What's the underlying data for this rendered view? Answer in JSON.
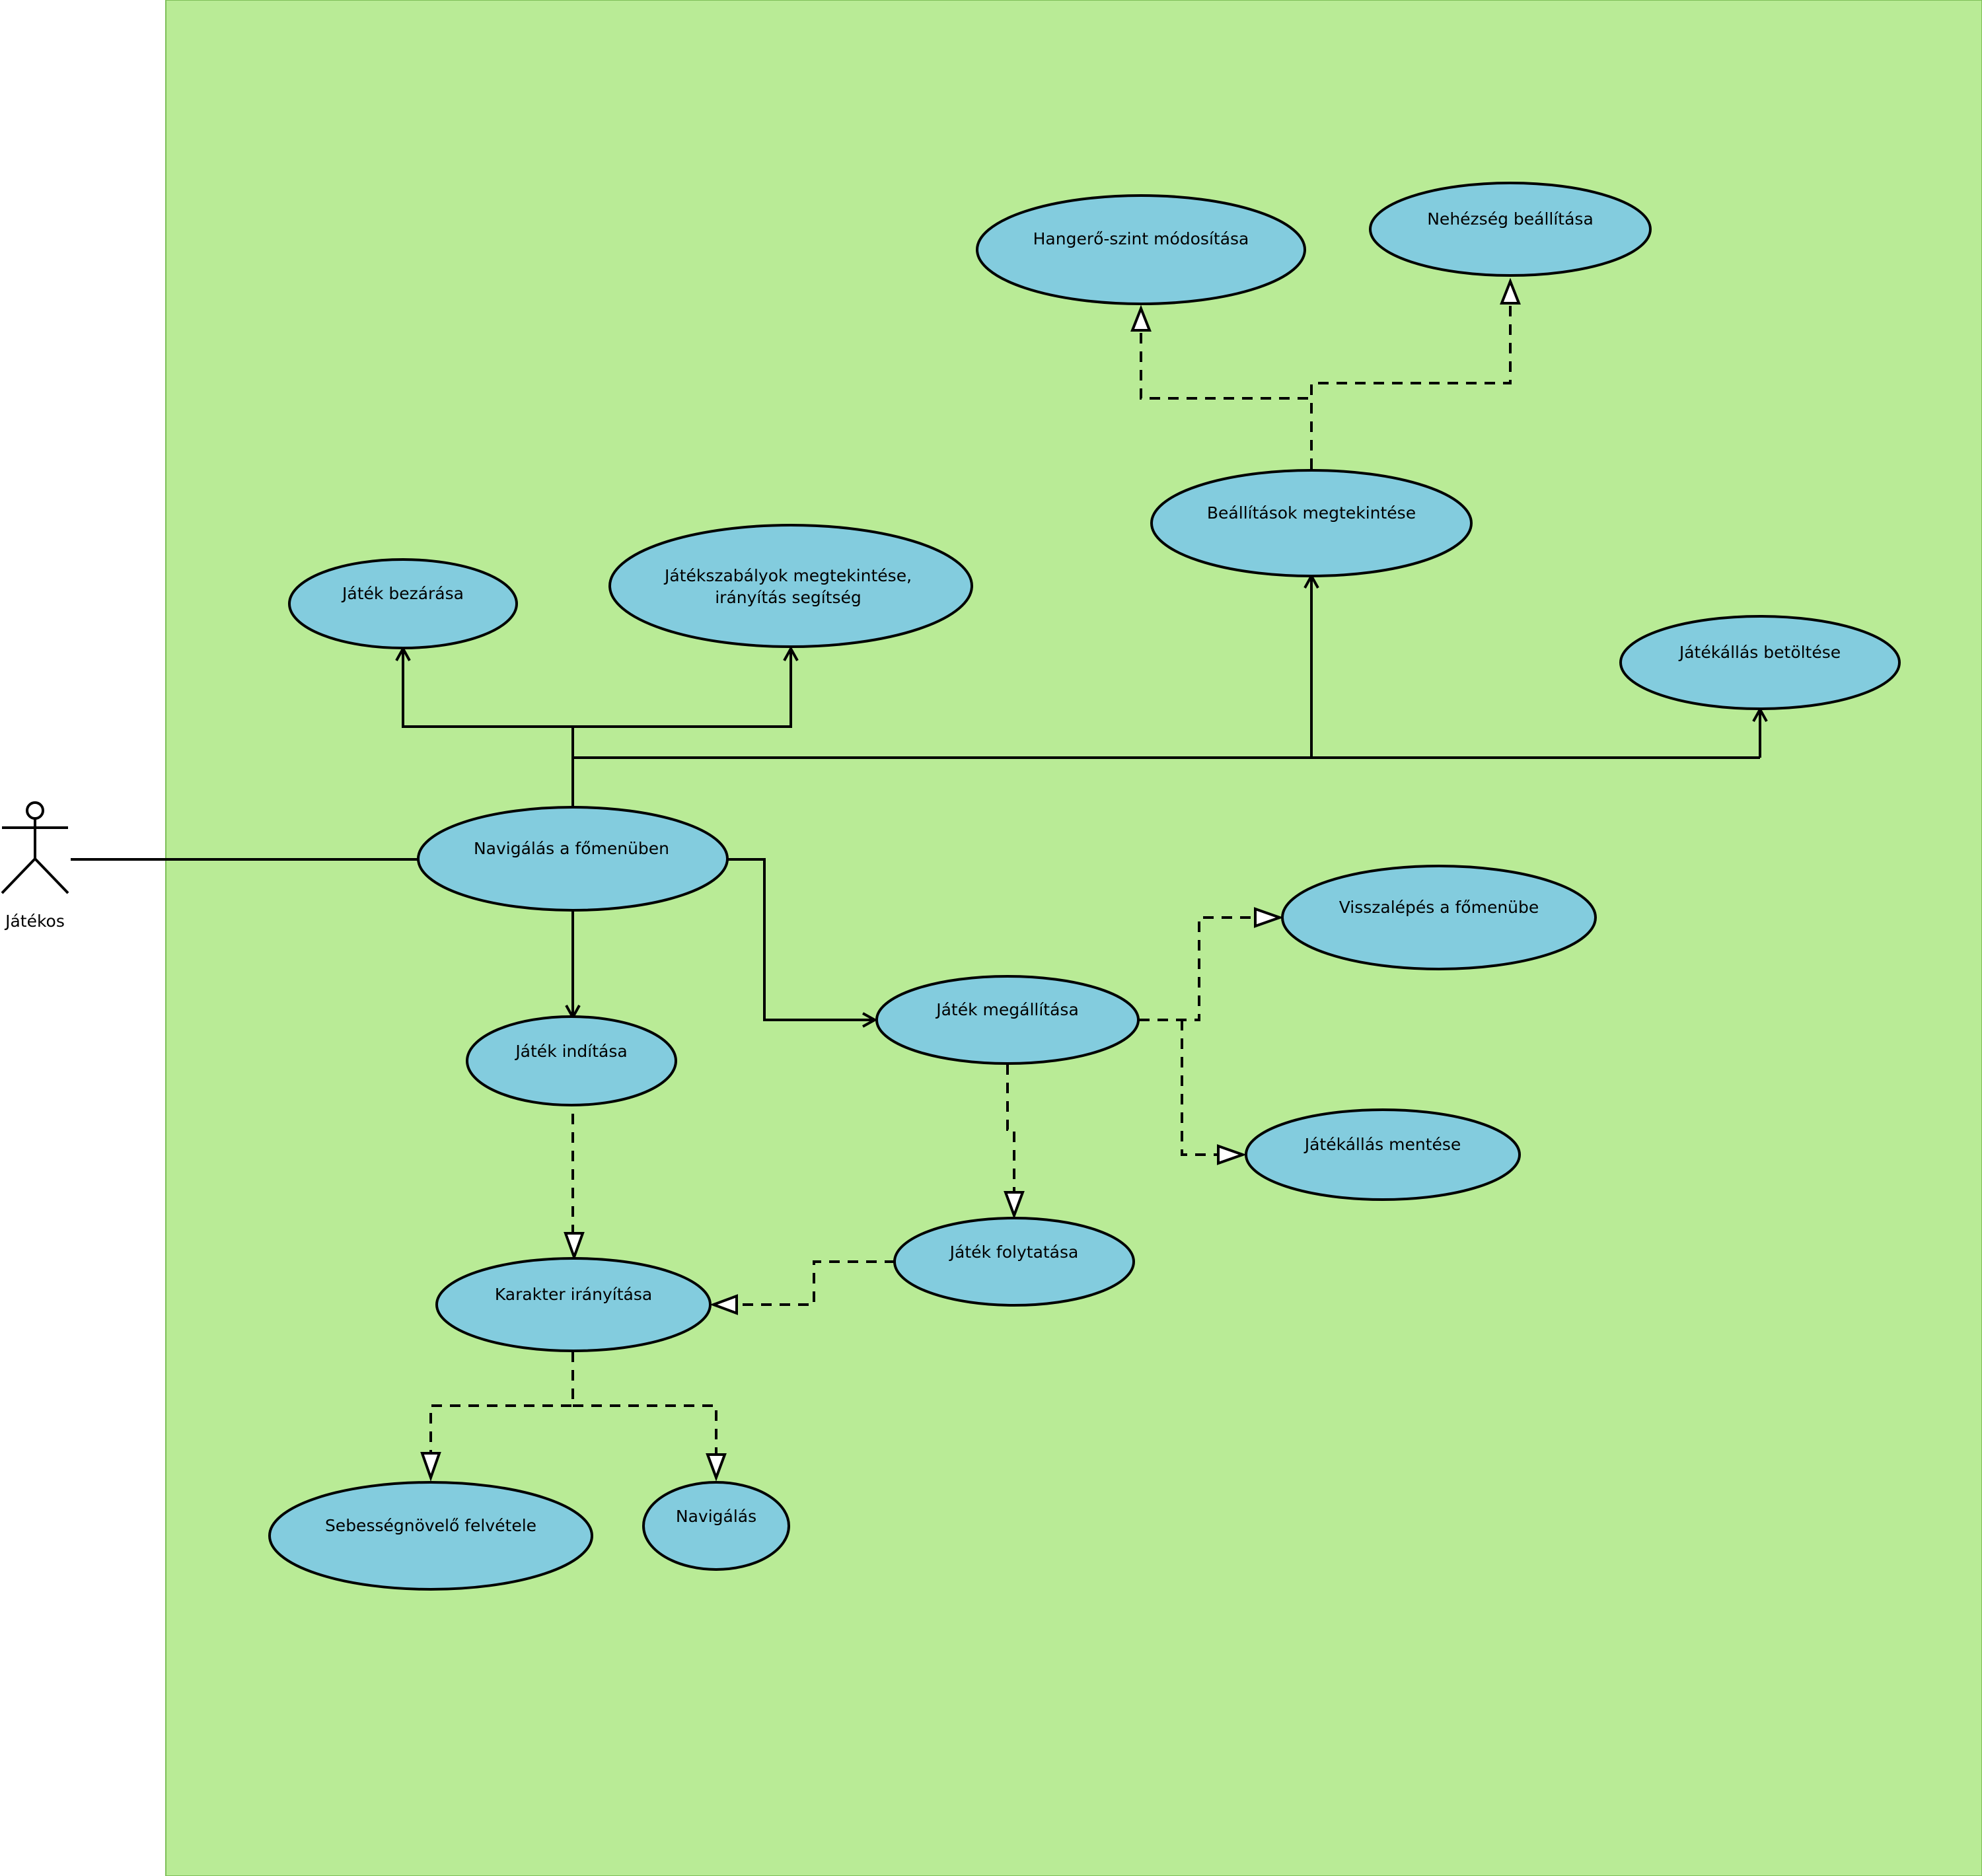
{
  "actor": {
    "label": "Játékos"
  },
  "use_cases": {
    "navigalas_fomenu": "Navigálás a főmenüben",
    "jatek_bezarasa": "Játék bezárása",
    "jatekszabalyok_1": "Játékszabályok megtekintése,",
    "jatekszabalyok_2": "irányítás segítség",
    "beallitasok": "Beállítások megtekintése",
    "hangero": "Hangerő-szint módosítása",
    "nehezseg": "Nehézség beállítása",
    "jatekallas_betoltese": "Játékállás betöltése",
    "jatek_inditasa": "Játék indítása",
    "jatek_megallitasa": "Játék megállítása",
    "visszalepes": "Visszalépés a főmenübe",
    "jatekallas_mentese": "Játékállás mentése",
    "jatek_folytatasa": "Játék folytatása",
    "karakter_iranyitasa": "Karakter irányítása",
    "sebessegnovelo": "Sebességnövelő felvétele",
    "navigalas": "Navigálás"
  },
  "colors": {
    "system_boundary": "#b9eb96",
    "use_case_fill": "#83ccde",
    "line": "#000000"
  }
}
